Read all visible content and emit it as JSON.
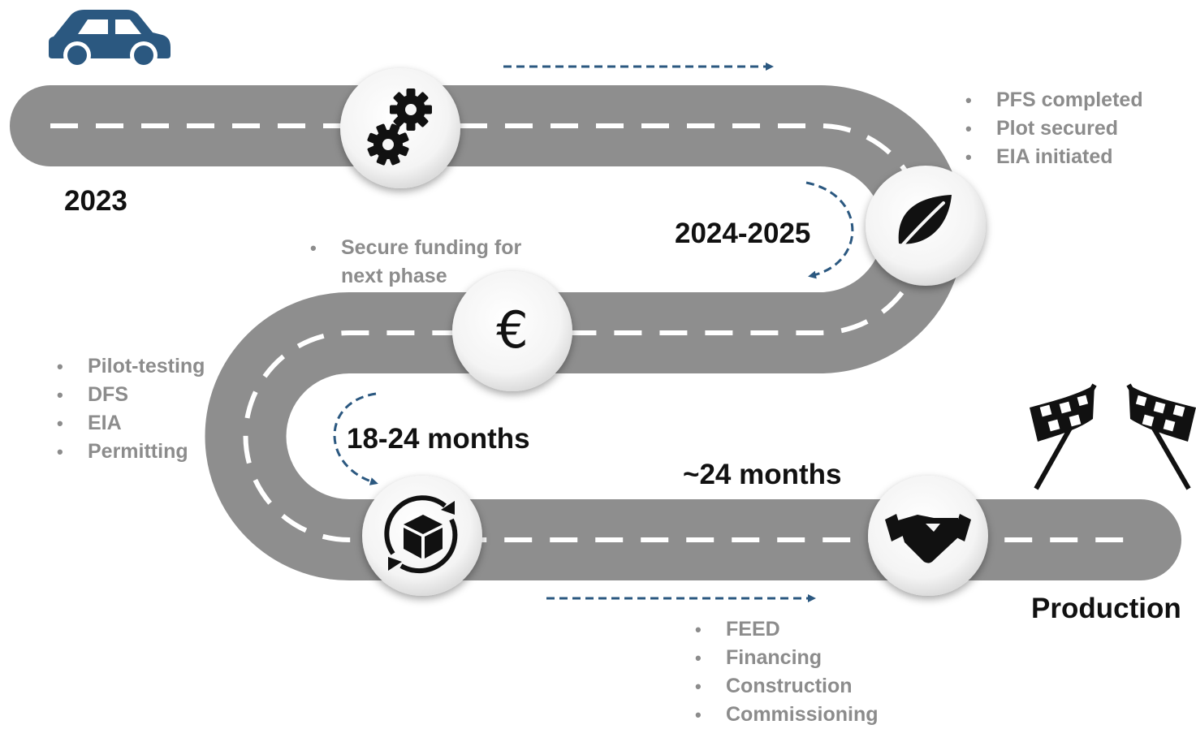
{
  "colors": {
    "road": "#8e8e8e",
    "lane_marking": "#ffffff",
    "accent_blue": "#2b5880",
    "text_dark": "#111111",
    "text_grey": "#8c8c8c"
  },
  "start": {
    "year": "2023",
    "icon": "car-icon"
  },
  "phase_1": {
    "period": "2024-2025",
    "icon": "gears-icon",
    "items": [
      "PFS completed",
      "Plot secured",
      "EIA initiated"
    ]
  },
  "phase_2": {
    "icon": "leaf-icon",
    "items": [
      "Secure funding for next phase"
    ]
  },
  "phase_3": {
    "period": "18-24 months",
    "icon": "euro-icon",
    "items": [
      "Pilot-testing",
      "DFS",
      "EIA",
      "Permitting"
    ]
  },
  "phase_4": {
    "period": "~24 months",
    "icon": "box-cycle-icon",
    "items": [
      "FEED",
      "Financing",
      "Construction",
      "Commissioning"
    ]
  },
  "milestone_5": {
    "icon": "handshake-icon"
  },
  "finish": {
    "label": "Production",
    "icon": "checkered-flags-icon"
  }
}
